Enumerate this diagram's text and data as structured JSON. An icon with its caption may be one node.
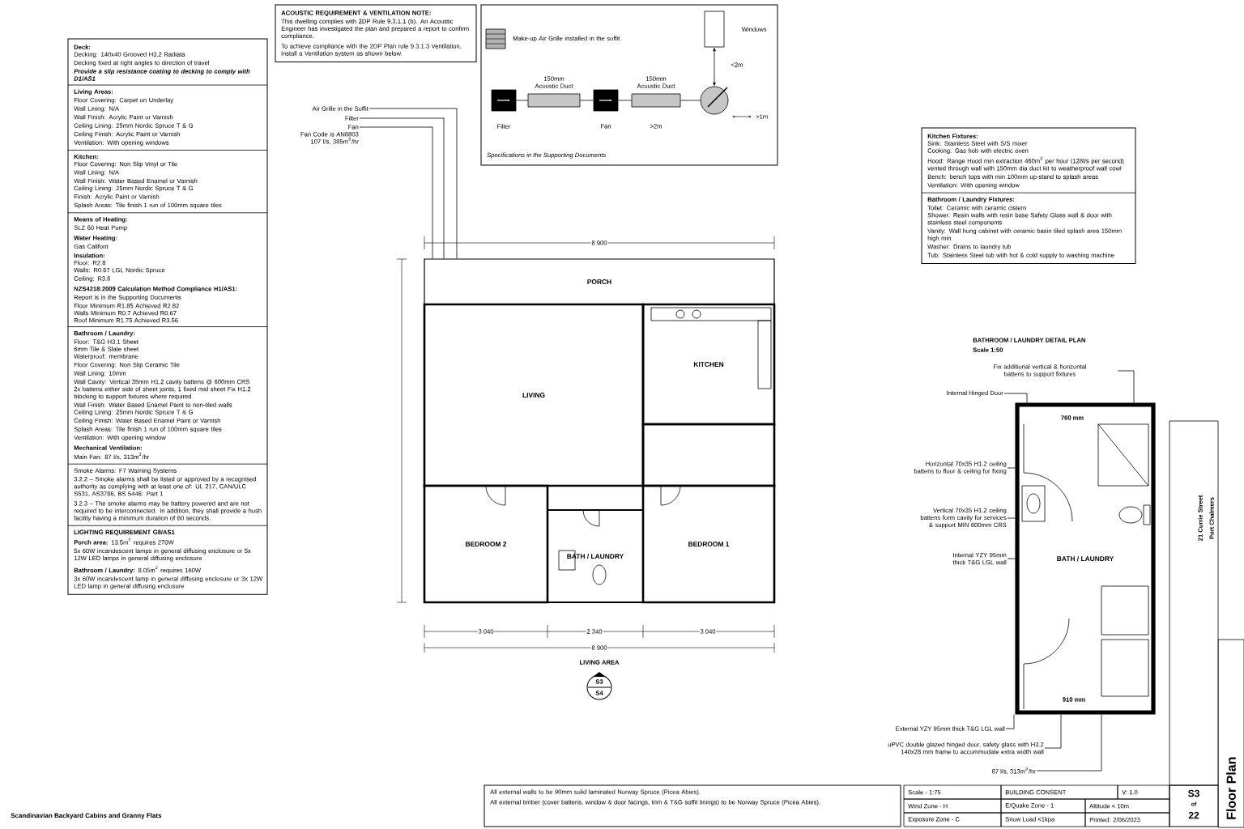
{
  "diagram": {
    "title": "Floor Plan",
    "nodes": [
      {
        "text": [
          "PORCH"
        ]
      },
      {
        "text": [
          "LIVING"
        ]
      },
      {
        "text": [
          "KITCHEN"
        ]
      },
      {
        "text": [
          "BEDROOM 2"
        ]
      },
      {
        "text": [
          "BATH / LAUNDRY"
        ]
      },
      {
        "text": [
          "BEDROOM 1"
        ]
      },
      {
        "text": [
          "BATH / LAUNDRY"
        ]
      },
      {
        "text": [
          "Air Grille in the Soffit"
        ]
      },
      {
        "text": [
          "Filter"
        ]
      },
      {
        "text": [
          "Fan",
          "Fan Code is AN8803 107 l/s, 385m$^{3}$/hr"
        ]
      },
      {
        "text": [
          "Fix additional vertical & horizontal battens to support fixtures"
        ]
      },
      {
        "text": [
          "Internal Hinged Door"
        ]
      },
      {
        "text": [
          "Horizontal 70x35 H1.2 ceiling battens to floor & ceiling for fixing"
        ]
      },
      {
        "text": [
          "Vertical 70x35 H1.2 ceiling battens form cavity for services & support MIN 600mm CRS"
        ]
      },
      {
        "text": [
          "Internal YZY 95mm thick T&G LGL wall"
        ]
      },
      {
        "text": [
          "External YZY 95mm thick T&G LGL wall"
        ]
      },
      {
        "text": [
          "uPVC double glazed hinged door, safety glass with H3.2 140x28 mm frame to accommodate extra width wall"
        ]
      },
      {
        "text": [
          "87 l/s, 313m$^{3}$/hr"
        ]
      },
      {
        "text": [],
        "shape": "box",
        "beside": [
          "Filter"
        ]
      },
      {
        "text": [],
        "shape": "bar",
        "beside": [
          "150mm Acoustic Duct"
        ]
      },
      {
        "text": [],
        "shape": "box",
        "beside": [
          "Fan"
        ]
      },
      {
        "text": [],
        "shape": "bar",
        "beside": [
          "150mm Acoustic Duct",
          ">2m"
        ]
      },
      {
        "text": [],
        "shape": "circle"
      },
      {
        "text": [],
        "shape": "box",
        "beside": [
          "Windows"
        ]
      }
    ],
    "edges": [
      {
        "from": 7,
        "to": 0,
        "arrow": "none"
      },
      {
        "from": 8,
        "to": 0,
        "arrow": "none"
      },
      {
        "from": 9,
        "to": 0,
        "arrow": "none"
      },
      {
        "from": 10,
        "to": 6,
        "arrow": "none"
      },
      {
        "from": 11,
        "to": 6,
        "arrow": "none"
      },
      {
        "from": 12,
        "to": 6,
        "arrow": "none"
      },
      {
        "from": 13,
        "to": 6,
        "arrow": "none"
      },
      {
        "from": 14,
        "to": 6,
        "arrow": "none"
      },
      {
        "from": 15,
        "to": 6,
        "arrow": "none"
      },
      {
        "from": 16,
        "to": 6,
        "arrow": "none"
      },
      {
        "from": 17,
        "to": 6,
        "arrow": "none"
      },
      {
        "from": 18,
        "to": 19,
        "arrow": "none"
      },
      {
        "from": 19,
        "to": 20,
        "arrow": "none"
      },
      {
        "from": 20,
        "to": 21,
        "arrow": "none"
      },
      {
        "from": 21,
        "to": 22,
        "arrow": "none"
      },
      {
        "from": 22,
        "to": 23,
        "arrow": "both",
        "label": "<2m"
      }
    ],
    "labels": [
      "Deck:",
      "Decking: 140x40 Grooved H3.2 Radiata",
      "Decking fixed at right angles to direction of travel",
      "Provide a slip resistance coating to decking to comply with D1/AS1",
      "Living Areas:",
      "Floor Covering: Carpet on Underlay",
      "Wall Lining: N/A",
      "Wall Finish: Acrylic Paint or Varnish",
      "Ceiling Lining: 25mm Nordic Spruce T & G",
      "Ceiling Finish: Acrylic Paint or Varnish",
      "Ventilation: With opening windows",
      "Kitchen:",
      "Floor Covering: Non Slip Vinyl or Tile",
      "Wall Lining: N/A",
      "Wall Finish: Water Based Enamel or Varnish",
      "Ceiling Lining: 25mm Nordic Spruce T & G",
      "Finish: Acrylic Paint or Varnish",
      "Splash Areas: Tile finish 1 run of 100mm square tiles",
      "Means of Heating:",
      "SLZ 60 Heat Pump",
      "Water Heating:",
      "Gas Califont",
      "Insulation:",
      "Floor: R2.8",
      "Walls: R0.67 LGL Nordic Spruce",
      "Ceiling: R3.6",
      "NZS4218:2009 Calculation Method Compliance H1/AS1:",
      "Report is in the Supporting Documents",
      "Floor Minimum R1.85 Achieved R2.82",
      "Walls Minimum R0.7 Achieved R0.67",
      "Roof Minimum R1.75 Achieved R3.56",
      "Bathroom / Laundry:",
      "Floor: T&G H3.1 Sheet",
      "6mm Tile & Slate sheet",
      "Waterproof: membrane",
      "Floor Covering: Non Slip Ceramic Tile",
      "Wall Lining: 10mm",
      "Wall Cavity: Vertical 35mm H1.2 cavity battens @ 600mm CRS 2x battens either side of sheet joints, 1 fixed mid sheet Fix H1.2 blocking to support fixtures where required",
      "Wall Finish: Water Based Enamel Paint to non-tiled walls",
      "Ceiling Lining: 25mm Nordic Spruce T & G",
      "Ceiling Finish: Water Based Enamel Paint or Varnish",
      "Splash Areas: Tile finish 1 run of 100mm square tiles",
      "Ventilation: With opening window",
      "Mechanical Ventilation:",
      "Main Fan: 87 l/s, 313m$^{3}$/hr",
      "Smoke Alarms: F7 Warning Systems",
      "3.2.2 – Smoke alarms shall be listed or approved by a recognised authority as complying with at least one of: UL 217, CAN/ULC S531, AS3786, BS 5446: Part 1",
      "3.2.3 – The smoke alarms may be battery powered and are not required to be interconnected. In addition, they shall provide a hush facility having a minimum duration of 60 seconds.",
      "LIGHTING REQUIREMENT G8/AS1",
      "**Porch area:** 13.5m$^{2}$ requires 270W",
      "5x 60W incandescent lamps in general diffusing enclosure or 5x 12W LED lamps in general diffusing enclosure",
      "**Bathroom / Laundry:** 8.05m$^{2}$ requires 160W",
      "3x 60W incandescent lamp in general diffusing enclosure or 3x 12W LED lamp in general diffusing enclosure",
      "Kitchen Fixtures:",
      "Sink: Stainless Steel with S/S mixer",
      "Cooking: Gas hob with electric oven",
      "Hood: Range Hood min extraction 460m$^{3}$ per hour (128l/s per second) vented through wall with 150mm dia duct kit to weatherproof wall cowl",
      "Bench: bench tops with min 100mm up-stand to splash areas",
      "Ventilation: With opening window",
      "Bathroom / Laundry Fixtures:",
      "Toilet: Ceramic with ceramic cistern",
      "Shower: Resin walls with resin base Safety Glass wall & door with stainless steel components",
      "Vanity: Wall hung cabinet with ceramic basin tiled splash area 150mm high min",
      "Washer: Drains to laundry tub",
      "Tub: Stainless Steel tub with hot & cold supply to washing machine",
      "ACOUSTIC REQUIREMENT & VENTILATION NOTE:",
      "This dwelling complies with 2DP Rule 9.3.1.1 (b). An Acoustic Engineer has investigated the plan and prepared a report to confirm compliance.",
      "To achieve compliance with the 2DP Plan rule 9.3.1.3 Ventilation, install a Ventilation system as shown below.",
      "Specifications in the Supporting Documents",
      ">1m",
      "8 900",
      "3 040",
      "2 340",
      "3 040",
      "8 900",
      "LIVING AREA",
      "S3",
      "S4",
      "BATHROOM / LAUNDRY DETAIL PLAN",
      "Scale 1:50",
      "760 mm",
      "910 mm",
      "All external walls to be 90mm solid laminated Norway Spruce (Picea Abies).",
      "All external timber (cover battens, window & door facings, trim & T&G soffit linings) to be Norway Spruce (Picea Abies).",
      "Scale - 1:75",
      "BUILDING CONSENT",
      "V: 1.0",
      "Wind Zone - H",
      "E/Quake Zone - 1",
      "Altitude < 10m",
      "Exposure Zone - C",
      "Snow Load <1kpa",
      "Printed: 2/06/2023",
      "S3",
      "of",
      "22",
      "21 Currie Street",
      "Port Chalmers",
      "Scandinavian Backyard Cabins and Granny Flats"
    ],
    "legend": [
      {
        "text": "Make-up Air Grille installed in the soffit"
      }
    ]
  }
}
